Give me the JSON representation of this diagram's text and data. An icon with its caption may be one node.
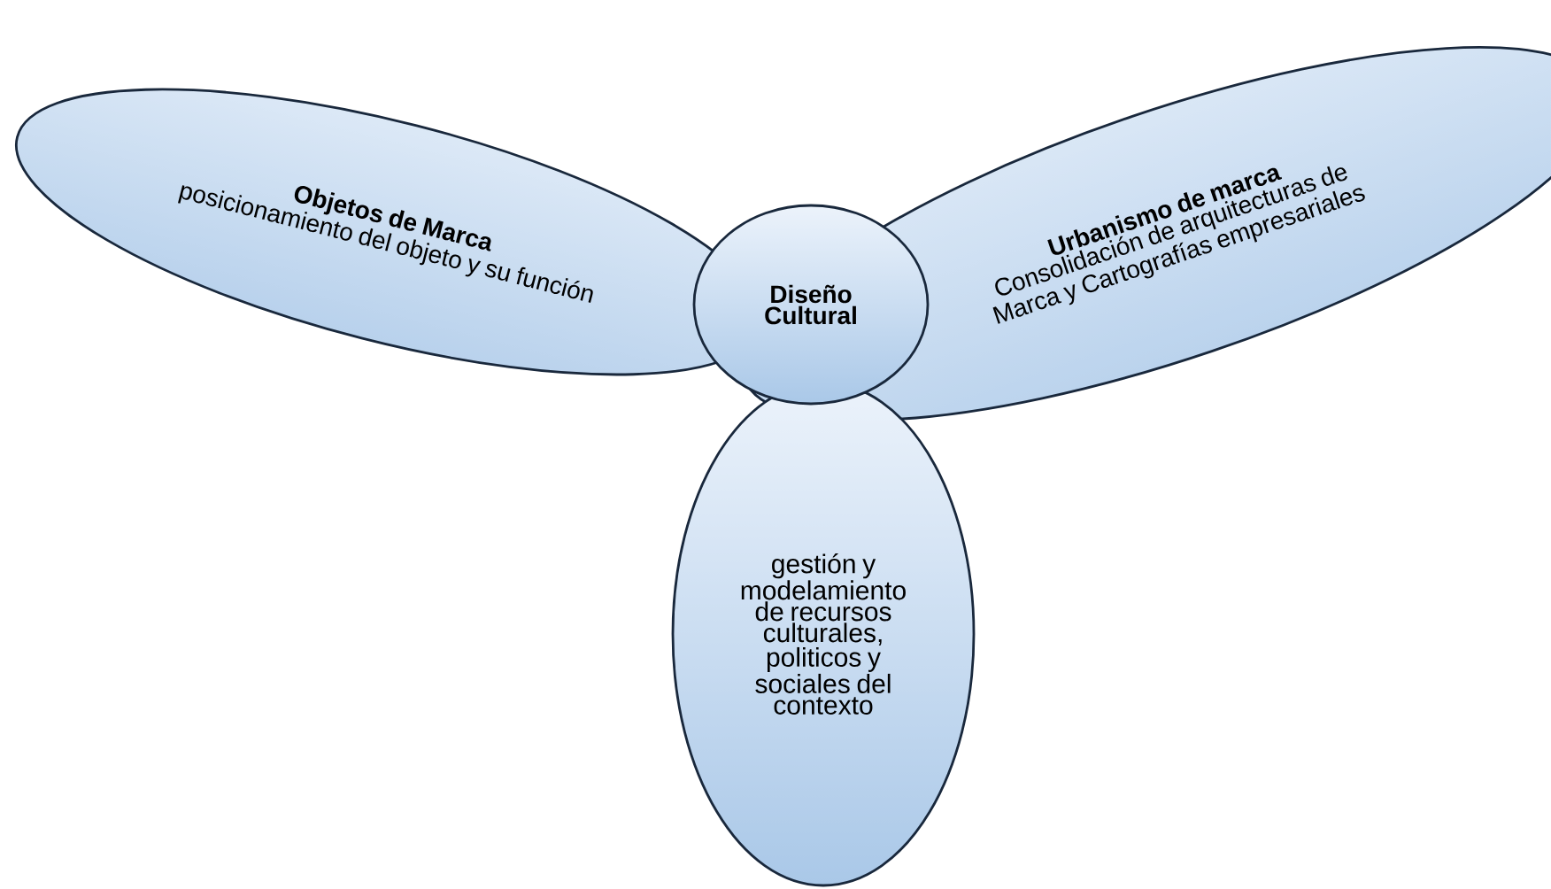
{
  "diagram": {
    "nodes": [
      {
        "text": [
          "Objetos de Marca",
          "posicionamiento del objeto y su función"
        ]
      },
      {
        "text": [
          "Diseño Cultural"
        ]
      },
      {
        "text": [
          "Urbanismo de marca",
          "Consolidación de arquitecturas de Marca y Cartografías empresariales"
        ]
      },
      {
        "text": [
          "gestión y modelamiento de recursos culturales, politicos y sociales del contexto"
        ]
      }
    ]
  }
}
